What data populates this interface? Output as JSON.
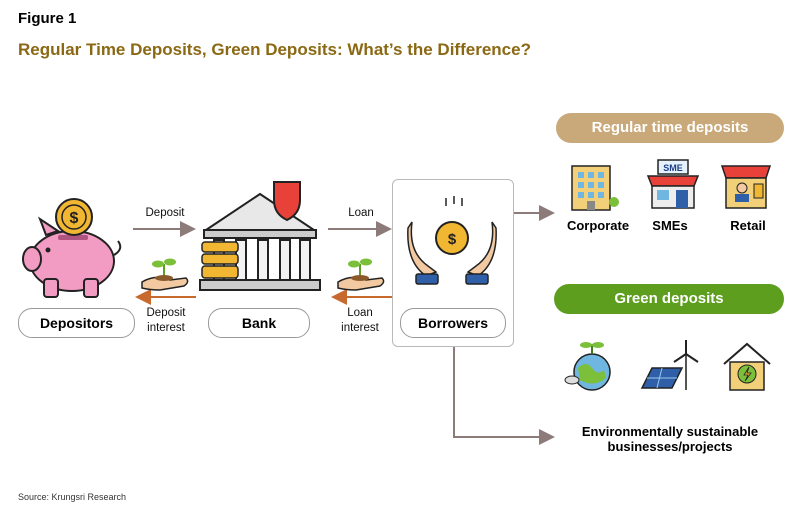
{
  "figure_label": "Figure 1",
  "title": "Regular Time Deposits, Green Deposits: What’s the Difference?",
  "source": "Source: Krungsri Research",
  "nodes": {
    "depositors": "Depositors",
    "bank": "Bank",
    "borrowers": "Borrowers"
  },
  "flows": {
    "deposit": "Deposit",
    "deposit_interest_line1": "Deposit",
    "deposit_interest_line2": "interest",
    "loan": "Loan",
    "loan_interest_line1": "Loan",
    "loan_interest_line2": "interest"
  },
  "regular": {
    "banner": "Regular time deposits",
    "items": [
      "Corporate",
      "SMEs",
      "Retail"
    ]
  },
  "green": {
    "banner": "Green deposits",
    "caption_line1": "Environmentally sustainable",
    "caption_line2": "businesses/projects"
  },
  "icon_texts": {
    "sme_sign": "SME",
    "coin_symbol": "$"
  },
  "colors": {
    "title": "#8B6914",
    "regular_banner": "#C9A97A",
    "green_banner": "#5E9E1E",
    "arrow_gray": "#8C7B78",
    "arrow_orange": "#C8692E",
    "piggy": "#F29CC4",
    "gold": "#F2B732",
    "bank_red": "#E8413A"
  }
}
